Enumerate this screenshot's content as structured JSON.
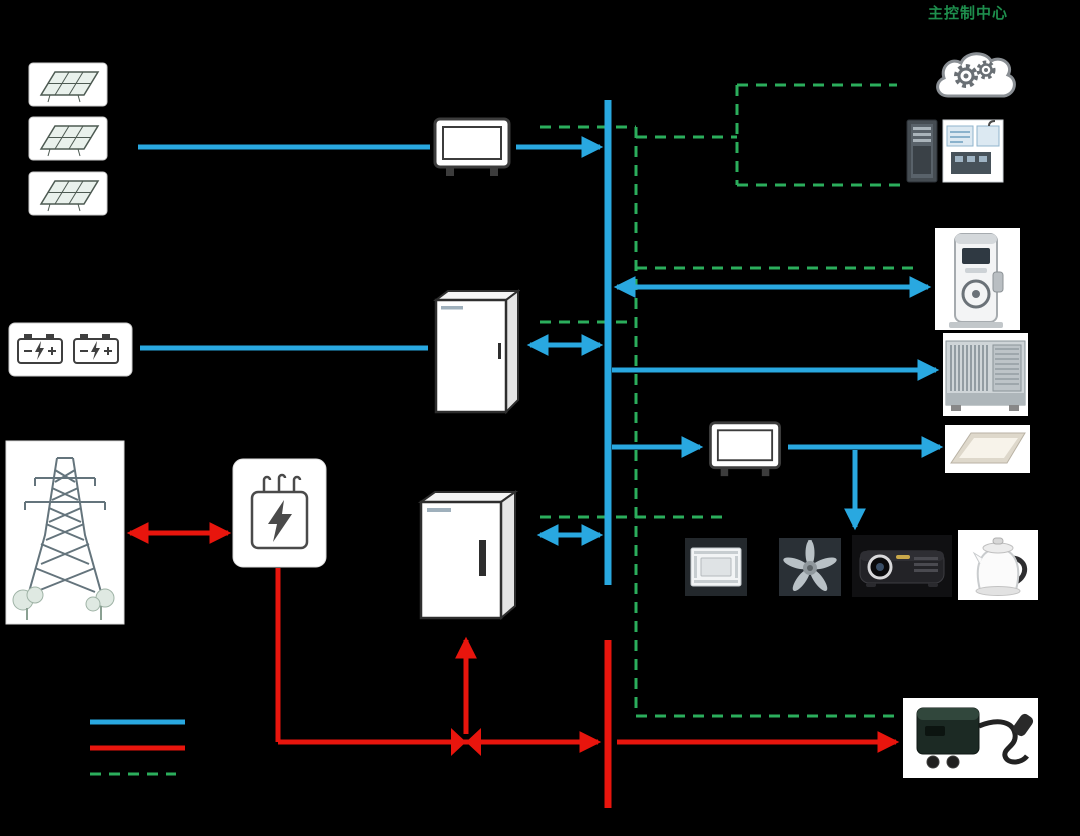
{
  "labels": {
    "cloud_control_center": "主控制中心"
  },
  "colors": {
    "background": "#000000",
    "dc_line_blue": "#29A8E0",
    "ac_line_red": "#E8150D",
    "comm_line_green": "#2BAE5C",
    "label_green": "#1E8E4D"
  },
  "legend": {
    "items": [
      {
        "id": "dc-power-line",
        "style": "solid",
        "color": "#29A8E0"
      },
      {
        "id": "ac-power-line",
        "style": "solid",
        "color": "#E8150D"
      },
      {
        "id": "communication-line",
        "style": "dashed",
        "color": "#2BAE5C"
      }
    ]
  },
  "components": {
    "sources": [
      "pv-array-1",
      "pv-array-2",
      "pv-array-3",
      "battery-bank",
      "utility-grid-tower",
      "transformer"
    ],
    "converters": [
      "pv-inverter",
      "battery-converter-cabinet",
      "hybrid-power-cabinet",
      "load-side-inverter"
    ],
    "monitoring": [
      "cloud-control-center",
      "local-monitoring-server"
    ],
    "loads": [
      "ev-charging-pile",
      "vrf-outdoor-unit",
      "ceiling-light-panel",
      "cassette-air-conditioner",
      "ceiling-fan",
      "projector",
      "electric-kettle",
      "ev-wallbox-charger"
    ]
  }
}
